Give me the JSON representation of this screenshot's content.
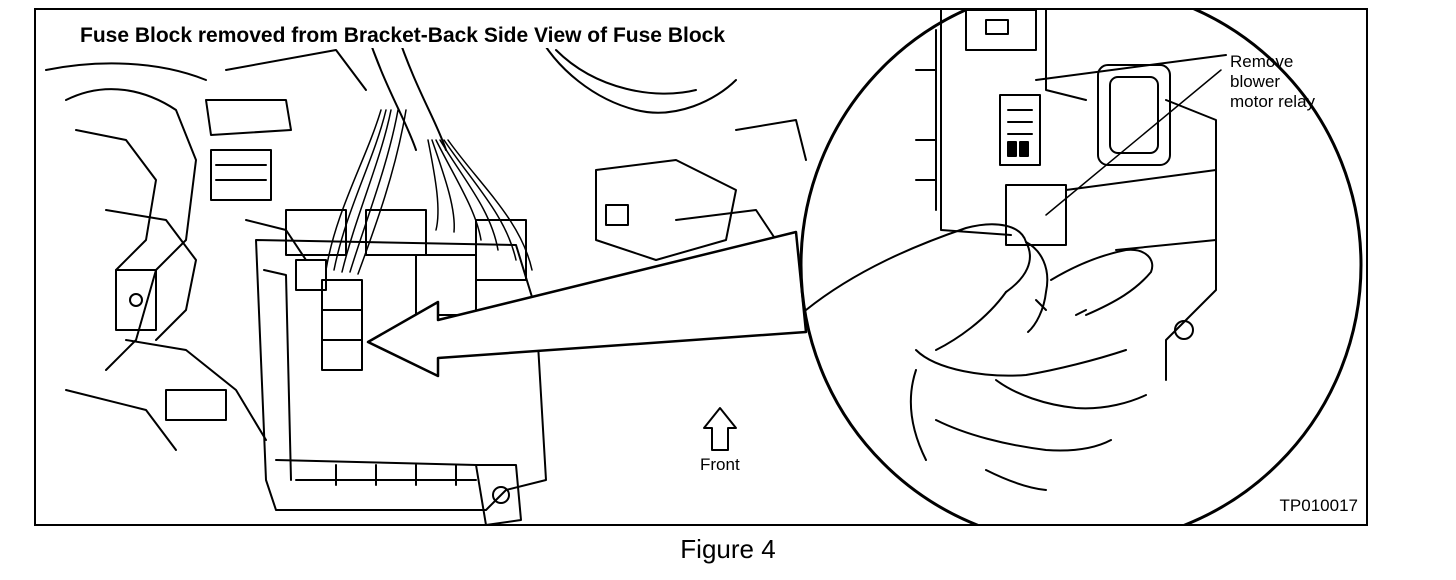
{
  "figure": {
    "title": "Fuse Block removed from Bracket-Back Side View of Fuse Block",
    "callout_lines": [
      "Remove",
      "blower",
      "motor relay"
    ],
    "front_label": "Front",
    "code": "TP010017",
    "caption": "Figure 4",
    "colors": {
      "ink": "#000000",
      "paper": "#ffffff"
    }
  }
}
